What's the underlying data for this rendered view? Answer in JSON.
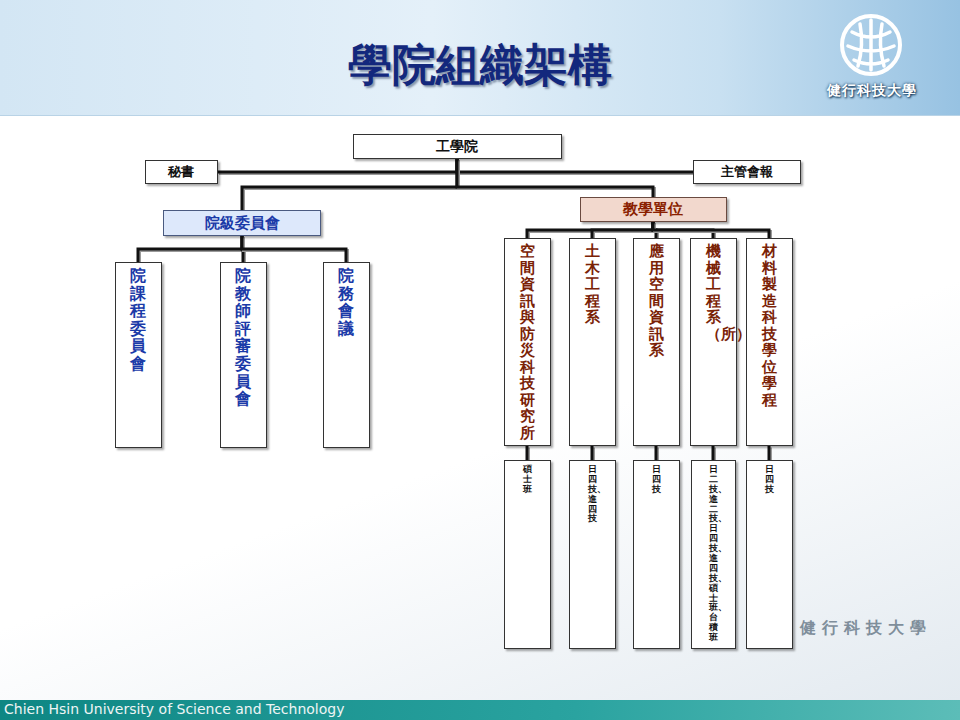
{
  "diagram": {
    "title": "學院組織架構",
    "nodes": [
      {
        "text": [
          "工學院"
        ]
      },
      {
        "text": [
          "秘書"
        ]
      },
      {
        "text": [
          "主管會報"
        ]
      },
      {
        "text": [
          "院級委員會"
        ]
      },
      {
        "text": [
          "教學單位"
        ]
      },
      {
        "text": [
          "院課程委員會"
        ]
      },
      {
        "text": [
          "院教師評審委員會"
        ]
      },
      {
        "text": [
          "院務會議"
        ]
      },
      {
        "text": [
          "空間資訊與防災科技研究所"
        ]
      },
      {
        "text": [
          "土木工程系"
        ]
      },
      {
        "text": [
          "應用空間資訊系"
        ]
      },
      {
        "text": [
          "機械工程系（所）"
        ]
      },
      {
        "text": [
          "材料製造科技學位學程"
        ]
      },
      {
        "text": [
          "碩士班"
        ]
      },
      {
        "text": [
          "日四技、進四技"
        ]
      },
      {
        "text": [
          "日四技"
        ]
      },
      {
        "text": [
          "日二技、進二技、日四技、進四技、碩士班、台積班"
        ]
      },
      {
        "text": [
          "日四技"
        ]
      }
    ],
    "edges": [
      {
        "from": 0,
        "to": 1,
        "arrow": "none"
      },
      {
        "from": 0,
        "to": 2,
        "arrow": "none"
      },
      {
        "from": 0,
        "to": 3,
        "arrow": "none"
      },
      {
        "from": 0,
        "to": 4,
        "arrow": "none"
      },
      {
        "from": 3,
        "to": 5,
        "arrow": "none"
      },
      {
        "from": 3,
        "to": 6,
        "arrow": "none"
      },
      {
        "from": 3,
        "to": 7,
        "arrow": "none"
      },
      {
        "from": 4,
        "to": 8,
        "arrow": "none"
      },
      {
        "from": 4,
        "to": 9,
        "arrow": "none"
      },
      {
        "from": 4,
        "to": 10,
        "arrow": "none"
      },
      {
        "from": 4,
        "to": 11,
        "arrow": "none"
      },
      {
        "from": 4,
        "to": 12,
        "arrow": "none"
      },
      {
        "from": 8,
        "to": 13,
        "arrow": "none"
      },
      {
        "from": 9,
        "to": 14,
        "arrow": "none"
      },
      {
        "from": 10,
        "to": 15,
        "arrow": "none"
      },
      {
        "from": 11,
        "to": 16,
        "arrow": "none"
      },
      {
        "from": 12,
        "to": 17,
        "arrow": "none"
      }
    ],
    "labels": [
      "健行科技大學",
      "健行科技大學",
      "Chien Hsin University of Science and Technology"
    ]
  }
}
